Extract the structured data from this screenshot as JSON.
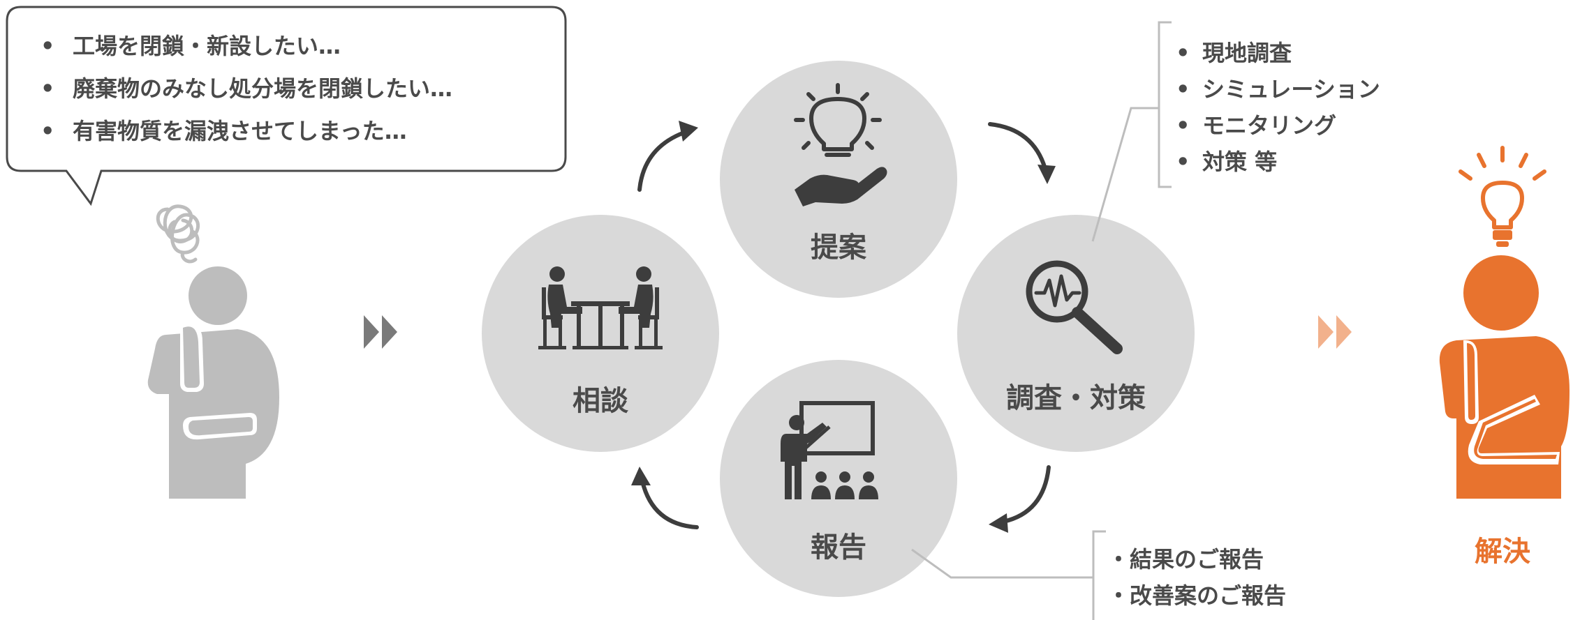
{
  "concerns": [
    "工場を閉鎖・新設したい…",
    "廃棄物のみなし処分場を閉鎖したい…",
    "有害物質を漏洩させてしまった…"
  ],
  "cycle": {
    "consult": "相談",
    "propose": "提案",
    "investigate": "調査・対策",
    "report": "報告"
  },
  "investigation_notes": [
    "現地調査",
    "シミュレーション",
    "モニタリング",
    "対策 等"
  ],
  "report_notes": [
    "・結果のご報告",
    "・改善案のご報告"
  ],
  "result_label": "解決",
  "bullet": "•",
  "colors": {
    "gray_text": "#4a4a4a",
    "circle": "#d9d9d9",
    "icon": "#3d3d3d",
    "person_gray": "#bdbdbd",
    "arrow_gray": "#7a7a7a",
    "accent": "#e8732e",
    "accent_light": "#f2b18c"
  }
}
